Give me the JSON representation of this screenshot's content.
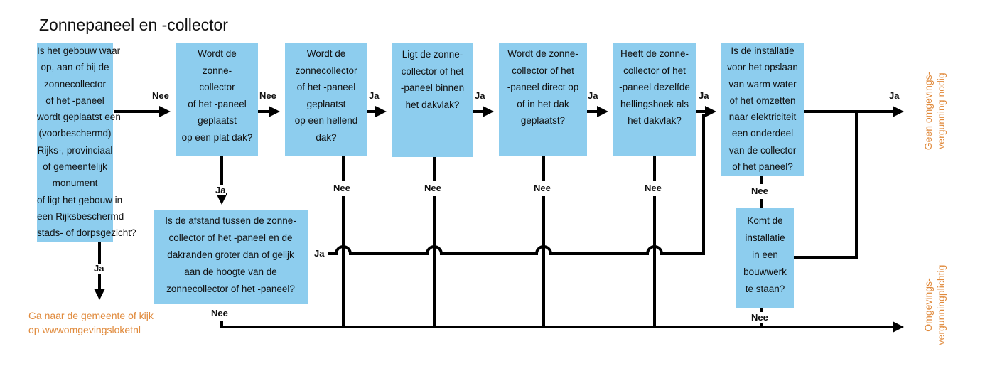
{
  "title": "Zonnepaneel en -collector",
  "boxes": {
    "b1": [
      "Is het gebouw waar",
      "op, aan of  bij de",
      "zonnecollector",
      "of het -paneel",
      "wordt geplaatst een",
      "(voorbeschermd)",
      "Rijks-, provinciaal",
      "of gemeentelijk",
      "monument",
      "of ligt het gebouw in",
      "een Rijksbeschermd",
      "stads- of dorpsgezicht?"
    ],
    "b2": [
      "Wordt  de",
      "zonne-",
      "collector",
      "of het -paneel",
      "geplaatst",
      "op een plat dak?"
    ],
    "b3": [
      "Wordt  de",
      "zonnecollector",
      "of het -paneel",
      "geplaatst",
      "op een hellend",
      "dak?"
    ],
    "b4": [
      "Ligt de zonne-",
      "collector of het",
      "-paneel binnen",
      "het dakvlak?"
    ],
    "b5": [
      "Wordt de zonne-",
      "collector of het",
      "-paneel direct op",
      "of in het dak",
      "geplaatst?"
    ],
    "b6": [
      "Heeft de zonne-",
      "collector of het",
      "-paneel dezelfde",
      "hellingshoek als",
      "het dakvlak?"
    ],
    "b7": [
      "Is de installatie",
      "voor het opslaan",
      "van warm water",
      "of het omzetten",
      "naar elektriciteit",
      "een onderdeel",
      "van de collector",
      "of het paneel?"
    ],
    "b8": [
      "Komt de",
      "installatie",
      "in een",
      "bouwwerk",
      "te staan?"
    ],
    "b9": [
      "Is de afstand tussen de zonne-",
      "collector of het -paneel en de",
      "dakranden groter dan of gelijk",
      "aan de hoogte van de",
      "zonnecollector of het -paneel?"
    ]
  },
  "labels": {
    "nee": "Nee",
    "ja": "Ja"
  },
  "outcomes": {
    "municipality": [
      "Ga naar de gemeente of kijk",
      "op wwwomgevingsloketnl"
    ],
    "no_permit": [
      "Geen omgevings-",
      "vergunning nodig"
    ],
    "permit_required": [
      "Omgevings-",
      "vergunningplichtig"
    ]
  },
  "colors": {
    "box": "#8dcdee",
    "outcome": "#e08a3c",
    "line": "#000000"
  }
}
